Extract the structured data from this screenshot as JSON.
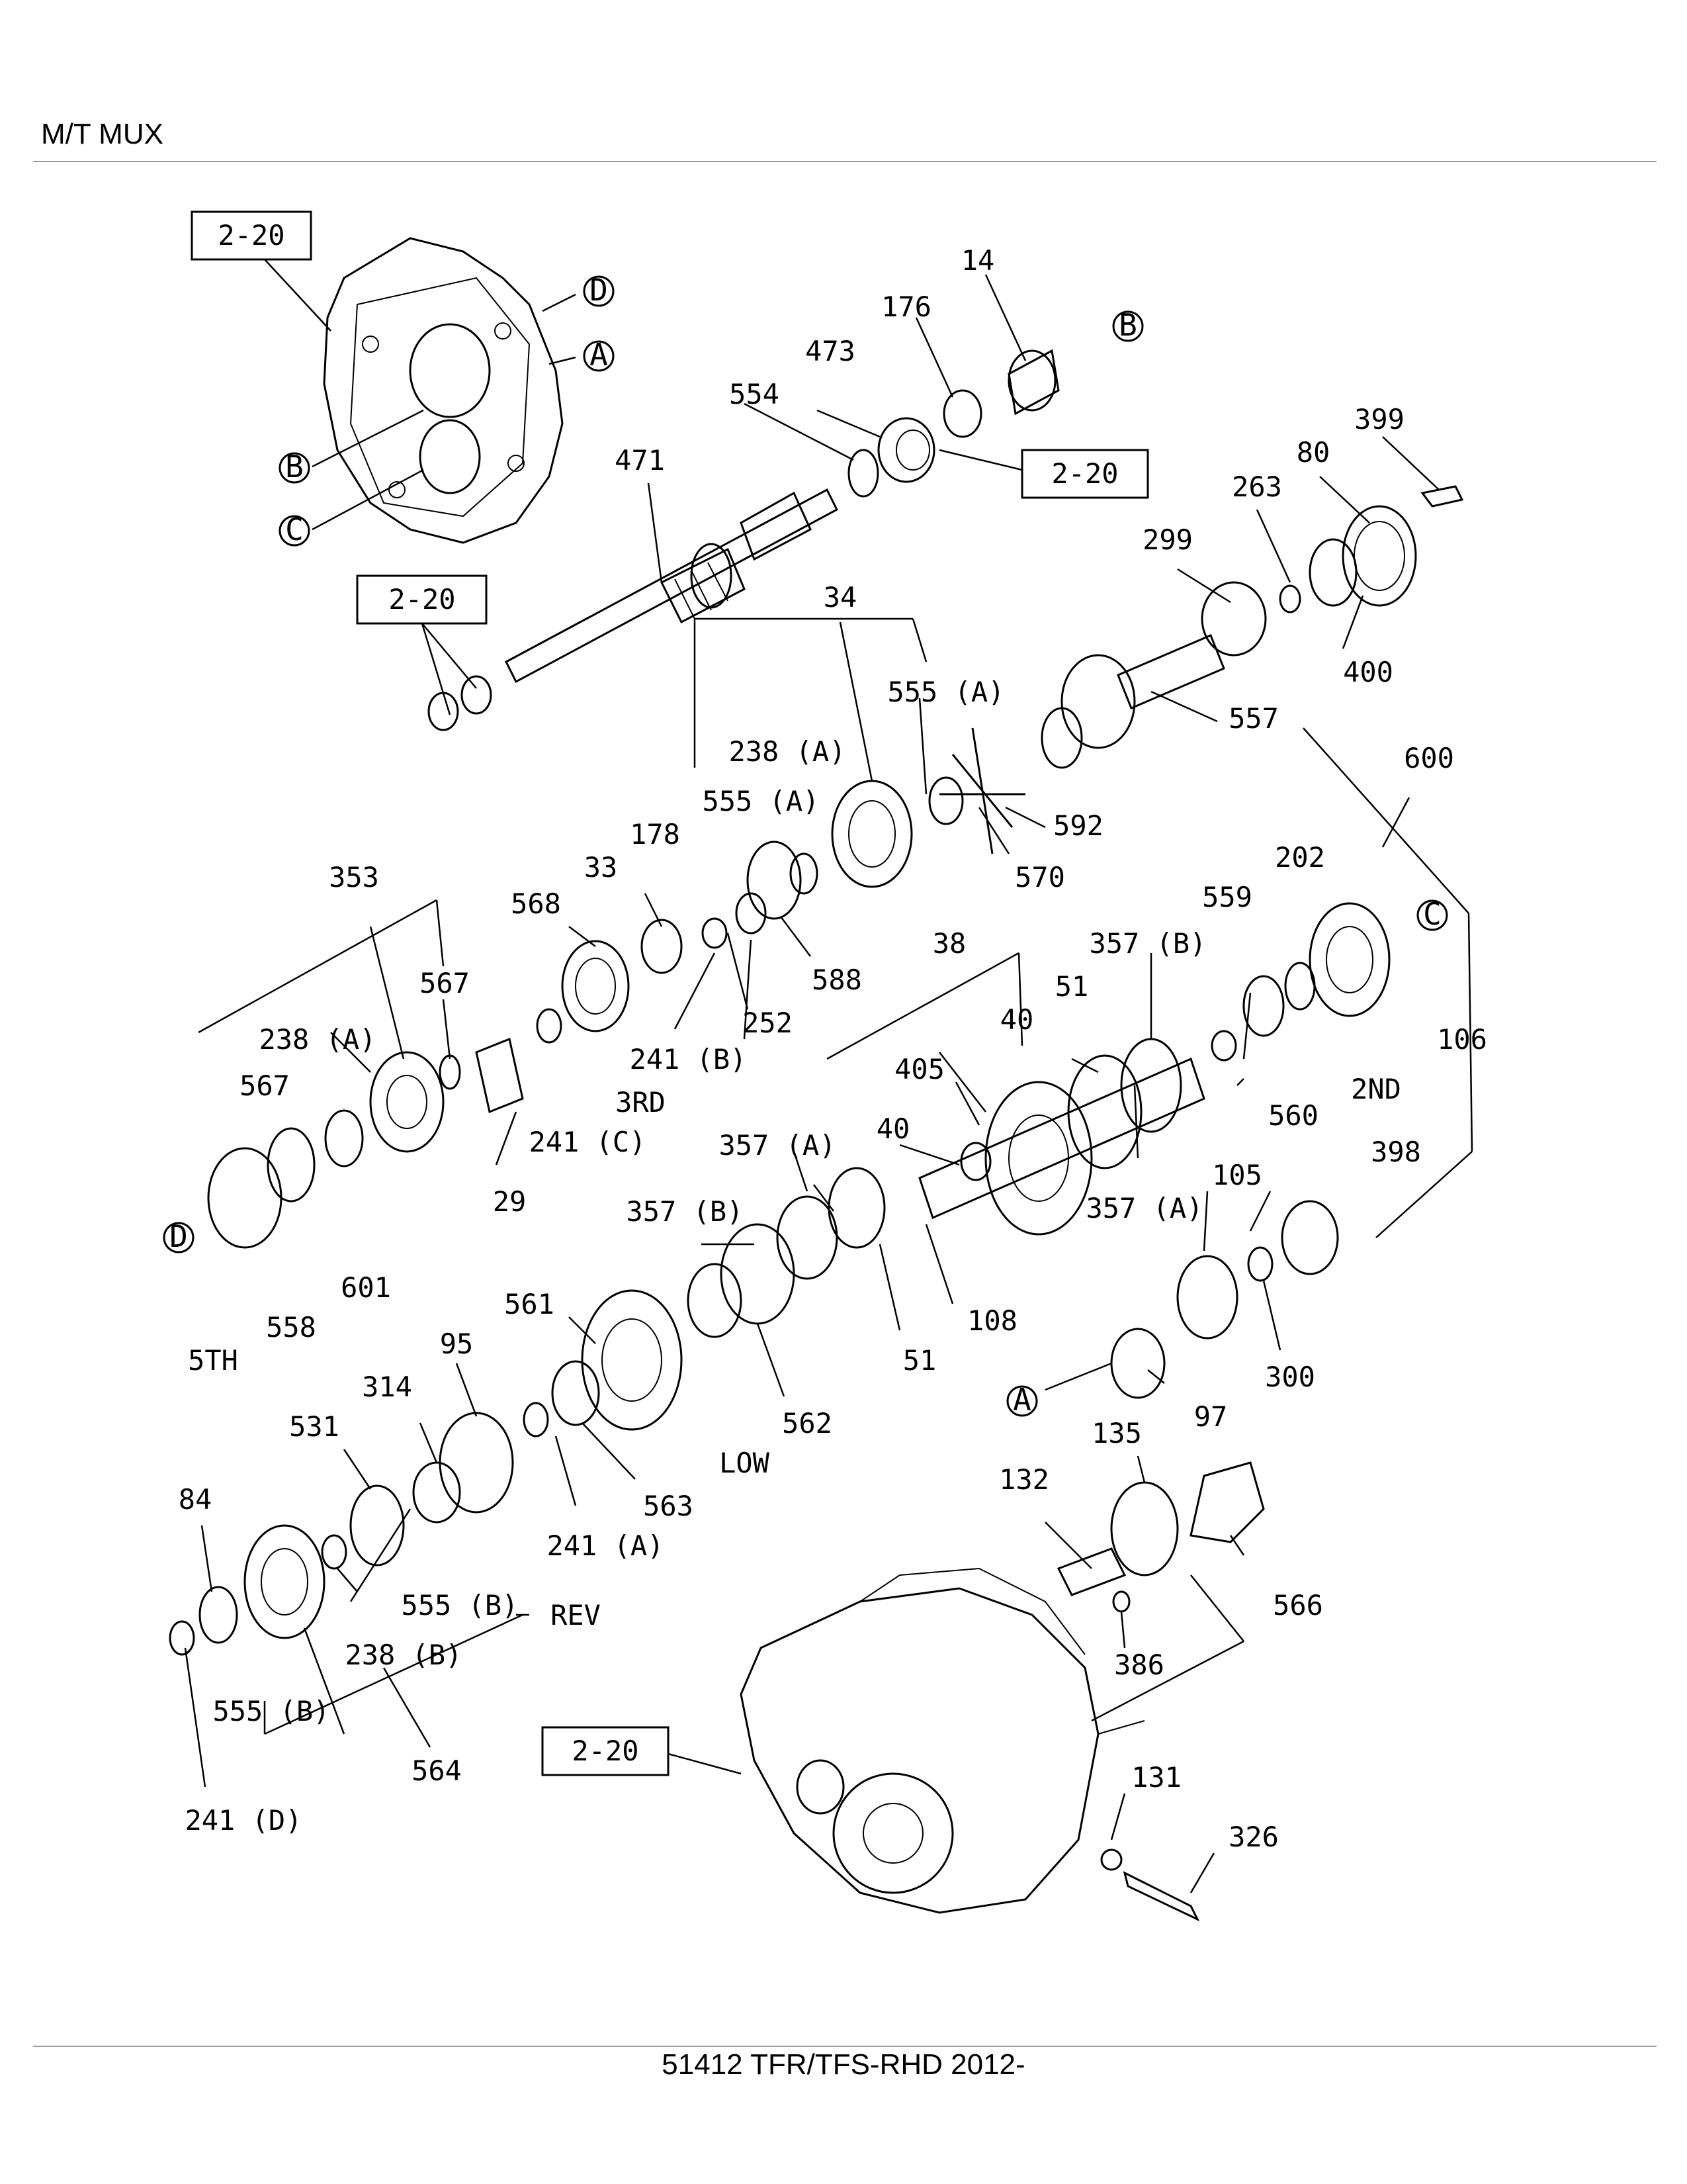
{
  "header": {
    "title": "M/T MUX"
  },
  "footer": {
    "caption": "51412 TFR/TFS-RHD 2012-"
  },
  "refs": {
    "r1": "2-20",
    "r2": "2-20",
    "r3": "2-20",
    "r4": "2-20"
  },
  "circles": {
    "c1": "D",
    "c2": "A",
    "c3": "B",
    "c4": "C",
    "c5": "B",
    "c6": "C",
    "c7": "D",
    "c8": "A"
  },
  "labels": {
    "l14": "14",
    "l176": "176",
    "l473": "473",
    "l554": "554",
    "l471": "471",
    "l399": "399",
    "l80": "80",
    "l263": "263",
    "l299": "299",
    "l400": "400",
    "l557": "557",
    "l600": "600",
    "l34": "34",
    "l555a1": "555 (A)",
    "l238a1": "238 (A)",
    "l555a2": "555 (A)",
    "l178": "178",
    "l592": "592",
    "l570": "570",
    "l588": "588",
    "l252": "252",
    "l353": "353",
    "l568": "568",
    "l33": "33",
    "l567a": "567",
    "l238a2": "238 (A)",
    "l567b": "567",
    "l241b": "241 (B)",
    "l3rd": "3RD",
    "l241c": "241 (C)",
    "l29": "29",
    "l601": "601",
    "l558": "558",
    "l5th": "5TH",
    "l202": "202",
    "l559": "559",
    "l38": "38",
    "l357b1": "357 (B)",
    "l51a": "51",
    "l40a": "40",
    "l106": "106",
    "l2nd": "2ND",
    "l560": "560",
    "l405": "405",
    "l40b": "40",
    "l357a1": "357 (A)",
    "l357a2": "357 (A)",
    "l398": "398",
    "l105": "105",
    "l357b2": "357 (B)",
    "l108": "108",
    "l51b": "51",
    "l300": "300",
    "l97": "97",
    "l561": "561",
    "l95": "95",
    "l562": "562",
    "l314": "314",
    "l531": "531",
    "l84": "84",
    "l563": "563",
    "llow": "LOW",
    "l241a": "241 (A)",
    "l135": "135",
    "l132": "132",
    "l566": "566",
    "l555b1": "555 (B)",
    "lrev": "REV",
    "l238b": "238 (B)",
    "l386": "386",
    "l555b2": "555 (B)",
    "l564": "564",
    "l241d": "241 (D)",
    "l131": "131",
    "l326": "326"
  }
}
